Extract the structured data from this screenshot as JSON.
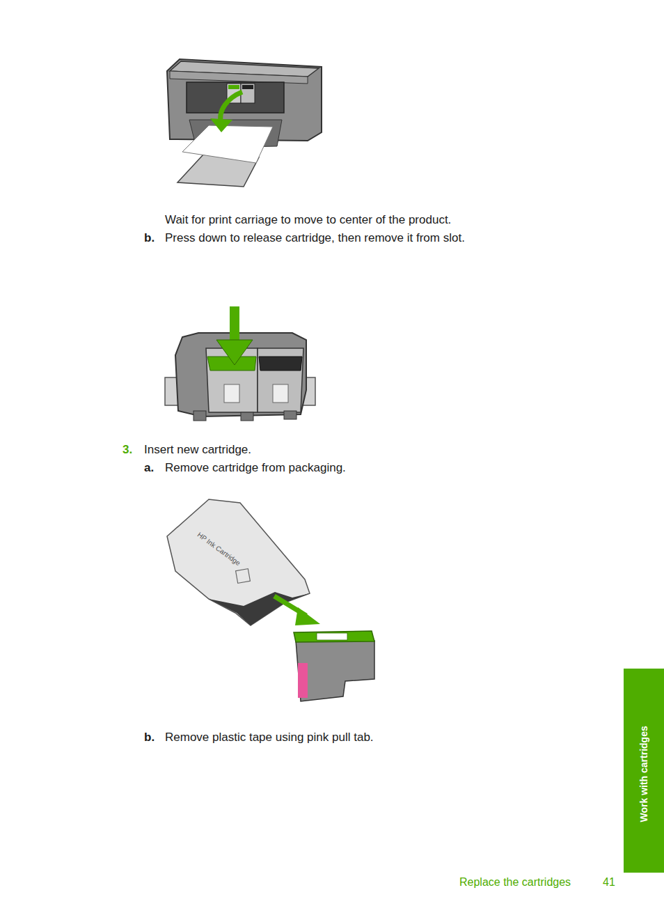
{
  "diagram": {
    "nodes": [
      {
        "text": [
          "Work with cartridges"
        ]
      }
    ],
    "labels": [
      "Wait for print carriage to move to center of the product.",
      "b.",
      "Press down to release cartridge, then remove it from slot.",
      "3.",
      "Insert new cartridge.",
      "a.",
      "Remove cartridge from packaging.",
      "HP Ink Cartridge",
      "b.",
      "Remove plastic tape using pink pull tab.",
      "Replace the cartridges",
      "41"
    ]
  }
}
